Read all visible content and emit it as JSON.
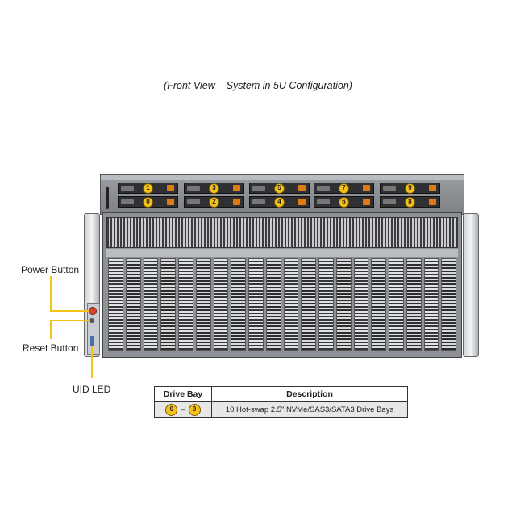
{
  "caption": "(Front View – System in 5U Configuration)",
  "labels": {
    "power": "Power Button",
    "reset": "Reset Button",
    "uid": "UID LED"
  },
  "bays": {
    "top_row": [
      "1",
      "3",
      "5",
      "7",
      "9"
    ],
    "bottom_row": [
      "0",
      "2",
      "4",
      "6",
      "8"
    ]
  },
  "table": {
    "headers": [
      "Drive Bay",
      "Description"
    ],
    "row": {
      "start": "0",
      "dash": "–",
      "end": "9",
      "description": "10 Hot-swap 2.5\" NVMe/SAS3/SATA3 Drive Bays"
    }
  },
  "colors": {
    "badge": "#f4c21a",
    "leader": "#f2c316",
    "latch": "#e07a12"
  }
}
